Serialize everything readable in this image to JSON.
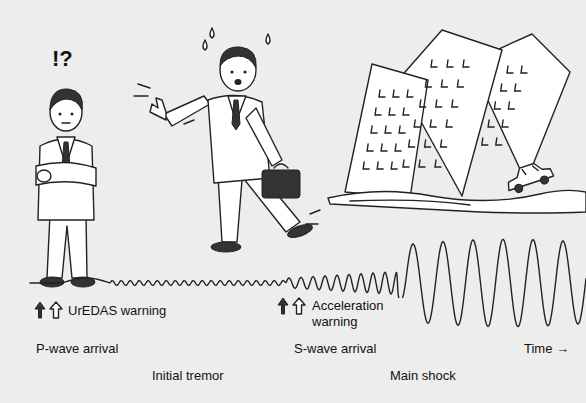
{
  "diagram": {
    "labels": [
      "!?",
      "UrEDAS warning",
      "Acceleration warning",
      "P-wave arrival",
      "S-wave arrival",
      "Time →",
      "Initial tremor",
      "Main shock"
    ]
  }
}
